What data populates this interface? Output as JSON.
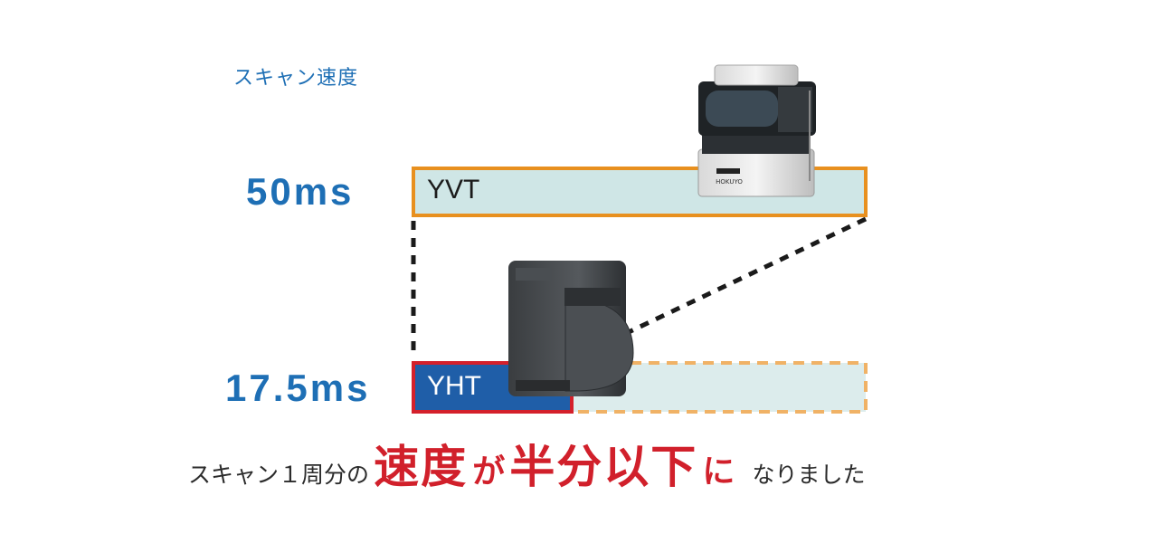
{
  "heading": "スキャン速度",
  "colors": {
    "blue_text": "#1e6fb5",
    "yvt_border": "#e8901f",
    "yvt_fill": "#cfe6e6",
    "yht_border": "#d4202b",
    "yht_fill": "#1f5ea8",
    "ghost_border": "#f0b266",
    "ghost_fill": "#dcecec",
    "emphasis_red": "#d1202b",
    "dotted_line": "#1a1a1a"
  },
  "chart_data": {
    "type": "bar",
    "orientation": "horizontal",
    "categories": [
      "YVT",
      "YHT"
    ],
    "values": [
      50,
      17.5
    ],
    "value_labels": [
      "50ms",
      "17.5ms"
    ],
    "unit": "ms",
    "title": "スキャン速度",
    "xlim": [
      0,
      50
    ],
    "grid": false
  },
  "products": [
    {
      "name": "YVT",
      "icon": "yvt-sensor-icon",
      "brand_text": "HOKUYO"
    },
    {
      "name": "YHT",
      "icon": "yht-sensor-icon"
    }
  ],
  "caption": {
    "prefix": "スキャン１周分の",
    "emph1": "速度",
    "mid": "が",
    "emph2": "半分以下",
    "emph3": "に",
    "suffix": "なりました"
  }
}
